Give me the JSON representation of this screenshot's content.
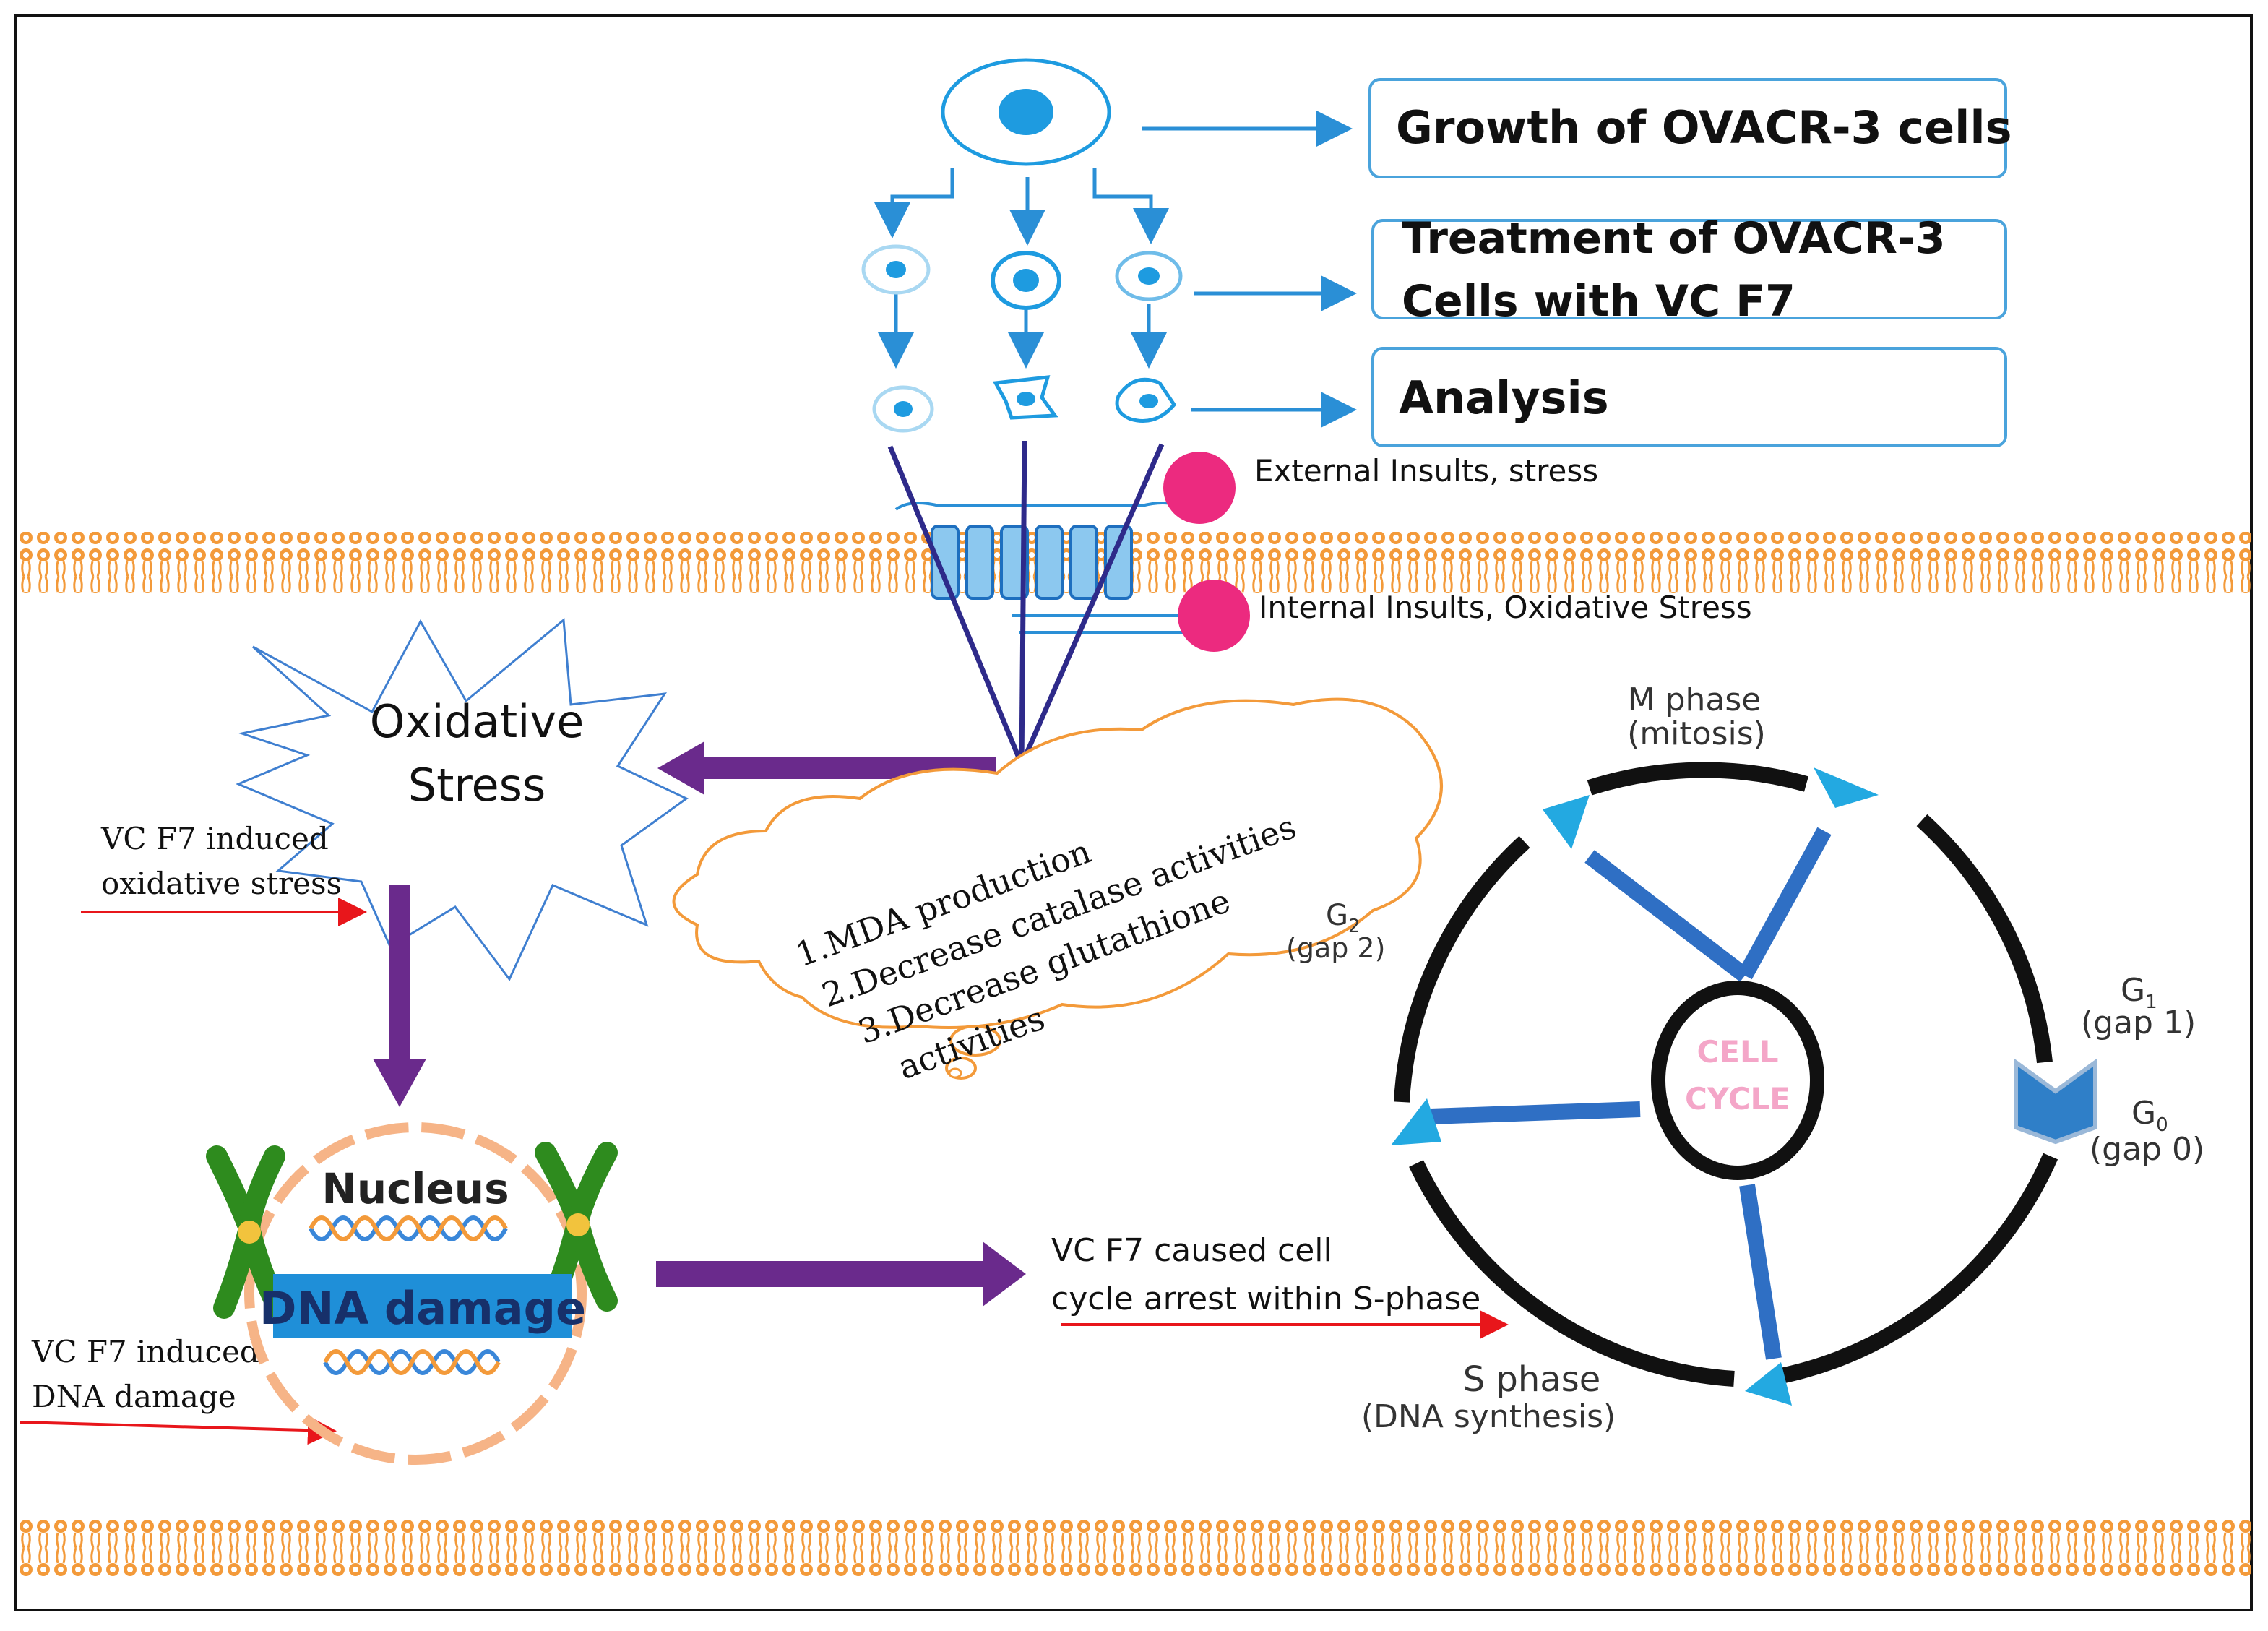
{
  "colors": {
    "membrane": "#f39a3a",
    "cell_blue": "#1e9be0",
    "arrow_blue": "#2a8fd6",
    "purple": "#6a2a8c",
    "navy": "#2e2a8a",
    "red": "#e8161b",
    "magenta": "#ec2a7f",
    "cycle_blue": "#2f6fc4",
    "cycle_cyan": "#23a9e1",
    "pink_text": "#f4a6c8"
  },
  "steps": {
    "growth": "Growth of OVACR-3 cells",
    "treatment_line1": "Treatment of OVACR-3",
    "treatment_line2": "Cells with VC F7",
    "analysis": "Analysis"
  },
  "insults": {
    "external": "External  Insults,  stress",
    "internal": "Internal  Insults,  Oxidative Stress"
  },
  "oxidative": {
    "line1": "Oxidative",
    "line2": "Stress"
  },
  "cloud": {
    "item1": "1.MDA production",
    "item2": "2.Decrease  catalase  activities",
    "item3": "3.Decrease  glutathione",
    "item4": "activities"
  },
  "labels": {
    "induced_oxidative_1": "VC F7 induced",
    "induced_oxidative_2": "oxidative  stress",
    "induced_dna_1": "VC F7 induced",
    "induced_dna_2": "DNA damage",
    "arrest_1": "VC F7 caused cell",
    "arrest_2": "cycle arrest within S-phase"
  },
  "nucleus": {
    "title": "Nucleus",
    "damage": "DNA damage"
  },
  "cell_cycle": {
    "center_1": "CELL",
    "center_2": "CYCLE",
    "m_phase_1": "M phase",
    "m_phase_2": "(mitosis)",
    "g2_1": "G",
    "g2_sub": "2",
    "g2_2": "(gap 2)",
    "g1_1": "G",
    "g1_sub": "1",
    "g1_2": "(gap 1)",
    "g0_1": "G",
    "g0_sub": "0",
    "g0_2": "(gap 0)",
    "s_phase_1": "S phase",
    "s_phase_2": "(DNA synthesis)"
  }
}
